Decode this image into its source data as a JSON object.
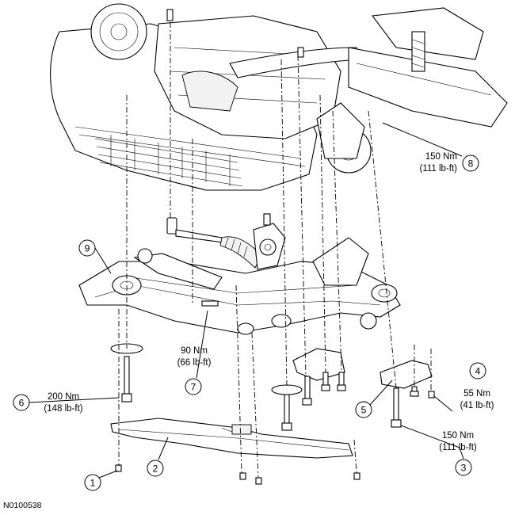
{
  "callouts": {
    "c1": "1",
    "c2": "2",
    "c3": "3",
    "c4": "4",
    "c5": "5",
    "c6": "6",
    "c7": "7",
    "c8": "8",
    "c9": "9"
  },
  "torques": {
    "t8_nm": "150 Nm",
    "t8_lb": "(111 lb-ft)",
    "t7_nm": "90 Nm",
    "t7_lb": "(66 lb-ft)",
    "t6_nm": "200 Nm",
    "t6_lb": "(148 lb-ft)",
    "t4_nm": "55 Nm",
    "t4_lb": "(41 lb-ft)",
    "t3_nm": "150 Nm",
    "t3_lb": "(111 lb-ft)"
  },
  "figure_ref": "N0100538"
}
